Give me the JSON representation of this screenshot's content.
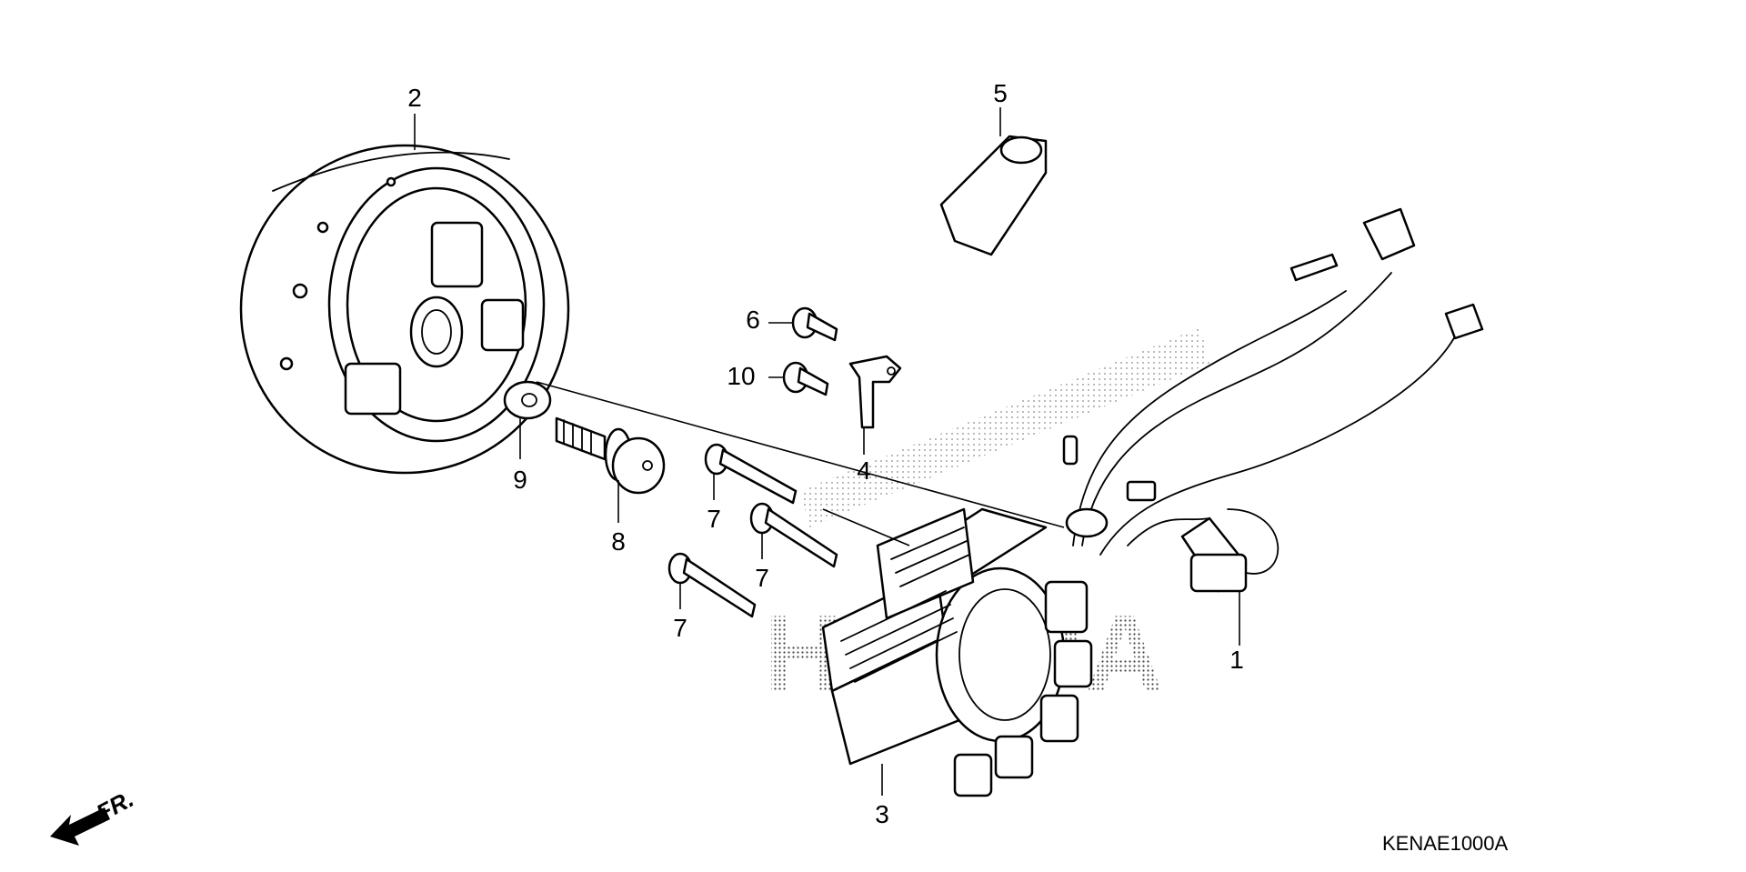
{
  "diagram": {
    "watermark": "HONDA",
    "code": "KENAE1000A",
    "direction_label": "FR.",
    "callouts": [
      {
        "id": "c1",
        "label": "1"
      },
      {
        "id": "c2",
        "label": "2"
      },
      {
        "id": "c3",
        "label": "3"
      },
      {
        "id": "c4",
        "label": "4"
      },
      {
        "id": "c5",
        "label": "5"
      },
      {
        "id": "c6",
        "label": "6"
      },
      {
        "id": "c7a",
        "label": "7"
      },
      {
        "id": "c7b",
        "label": "7"
      },
      {
        "id": "c7c",
        "label": "7"
      },
      {
        "id": "c8",
        "label": "8"
      },
      {
        "id": "c9",
        "label": "9"
      },
      {
        "id": "c10",
        "label": "10"
      }
    ]
  }
}
